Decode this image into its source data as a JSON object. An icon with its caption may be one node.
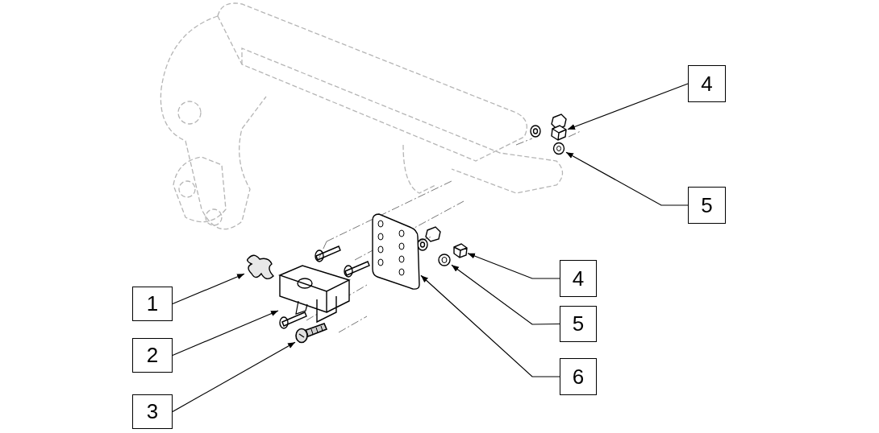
{
  "diagram": {
    "nodes": [
      {
        "text": [
          "1"
        ]
      },
      {
        "text": [
          "2"
        ]
      },
      {
        "text": [
          "3"
        ]
      },
      {
        "text": [
          "4"
        ]
      },
      {
        "text": [
          "5"
        ]
      },
      {
        "text": [
          "4"
        ]
      },
      {
        "text": [
          "5"
        ]
      },
      {
        "text": [
          "6"
        ]
      },
      {
        "text": [],
        "shape": "picture"
      },
      {
        "text": [],
        "shape": "picture"
      },
      {
        "text": [],
        "shape": "picture"
      },
      {
        "text": [],
        "shape": "picture"
      },
      {
        "text": [],
        "shape": "picture"
      },
      {
        "text": [],
        "shape": "picture"
      },
      {
        "text": [],
        "shape": "picture"
      },
      {
        "text": [],
        "shape": "picture"
      }
    ],
    "edges": [
      {
        "from": 0,
        "to": 8,
        "arrow": "to"
      },
      {
        "from": 1,
        "to": 9,
        "arrow": "to"
      },
      {
        "from": 2,
        "to": 10,
        "arrow": "to"
      },
      {
        "from": 3,
        "to": 11,
        "arrow": "to"
      },
      {
        "from": 4,
        "to": 12,
        "arrow": "to"
      },
      {
        "from": 5,
        "to": 13,
        "arrow": "to"
      },
      {
        "from": 6,
        "to": 14,
        "arrow": "to"
      },
      {
        "from": 7,
        "to": 15,
        "arrow": "to"
      }
    ]
  }
}
